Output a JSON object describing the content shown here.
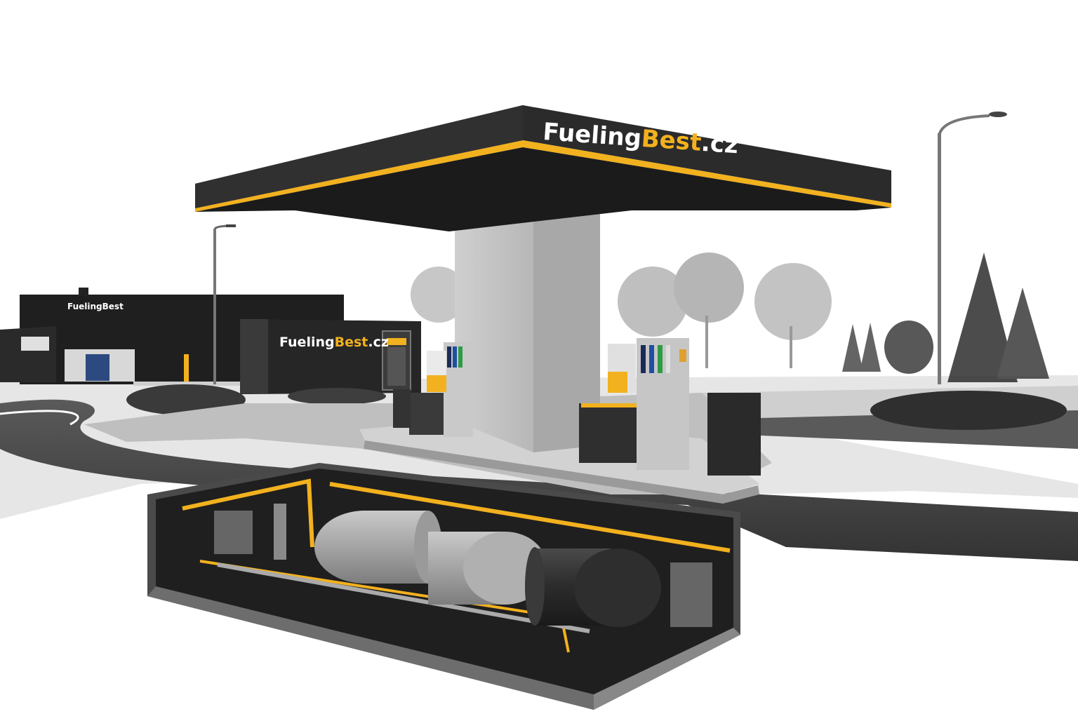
{
  "scene": {
    "title": "FuelingBest.cz gas station cutaway illustration",
    "style": "black-and-white photo-illustration with yellow accent",
    "colors": {
      "background": "#ffffff",
      "canopy": "#2b2b2c",
      "accent_yellow": "#f2b11e",
      "asphalt": "#3a3a3a",
      "concrete": "#bdbdbd",
      "pit_interior": "#1e1e1f",
      "tank_light": "#a9a9a9",
      "tank_dark": "#2a2a2b",
      "nozzle_green": "#2e9a44",
      "pump_blue": "#1f4fa0",
      "pump_navy": "#1b2b57"
    }
  },
  "canopy": {
    "brand_main": "FuelingBest",
    "brand_main_white": "Fueling",
    "brand_main_yellow": "Best",
    "brand_suffix": ".cz"
  },
  "kiosk": {
    "brand_white": "Fueling",
    "brand_yellow": "Best",
    "brand_suffix": ".cz"
  },
  "warehouse": {
    "brand": "FuelingBest"
  },
  "pumps": [
    {
      "name": "left-pump",
      "fuel_labels": [
        "navy",
        "blue",
        "green",
        "white"
      ],
      "nozzles": 4
    },
    {
      "name": "right-pump",
      "fuel_labels": [
        "navy",
        "blue",
        "green",
        "white"
      ],
      "nozzles": 4
    }
  ],
  "underground": {
    "tanks": [
      {
        "name": "tank-1",
        "finish": "light-gray"
      },
      {
        "name": "tank-2",
        "finish": "light-gray"
      },
      {
        "name": "tank-3",
        "finish": "black"
      }
    ],
    "pipes_color": "yellow"
  },
  "environment": {
    "street_lamps": 2,
    "trees": [
      "deciduous",
      "deciduous",
      "conifer",
      "conifer",
      "conifer"
    ]
  }
}
